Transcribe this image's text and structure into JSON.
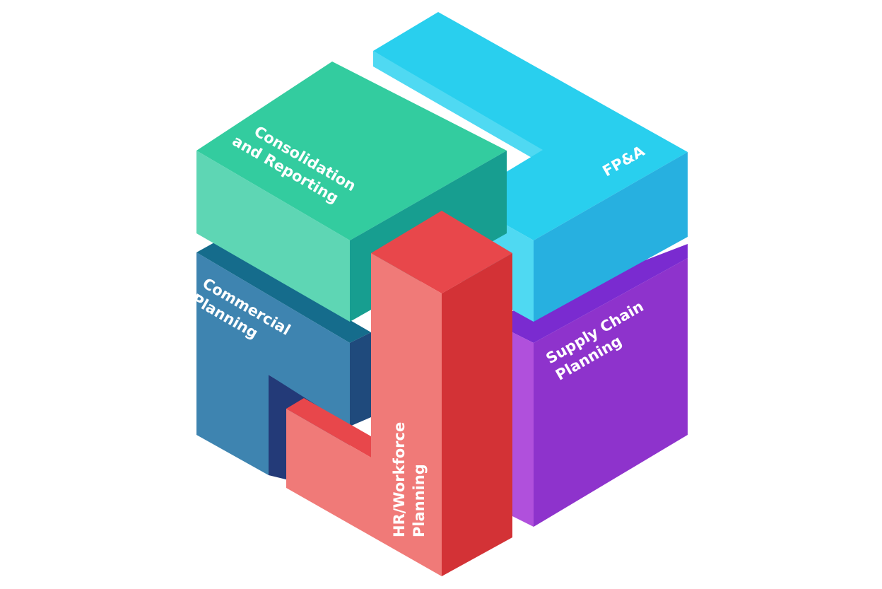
{
  "diagram": {
    "blocks": [
      {
        "id": "fpa",
        "lines": [
          "FP&A"
        ],
        "color": "#29cfee"
      },
      {
        "id": "supply",
        "lines": [
          "Supply Chain",
          "Planning"
        ],
        "color": "#8e33cc"
      },
      {
        "id": "consolidation",
        "lines": [
          "Consolidation",
          "and Reporting"
        ],
        "color": "#33cc9f"
      },
      {
        "id": "commercial",
        "lines": [
          "Commercial",
          "Planning"
        ],
        "color": "#3e84b0"
      },
      {
        "id": "hr",
        "lines": [
          "HR/Workforce",
          "Planning"
        ],
        "color": "#e8474b"
      }
    ]
  }
}
